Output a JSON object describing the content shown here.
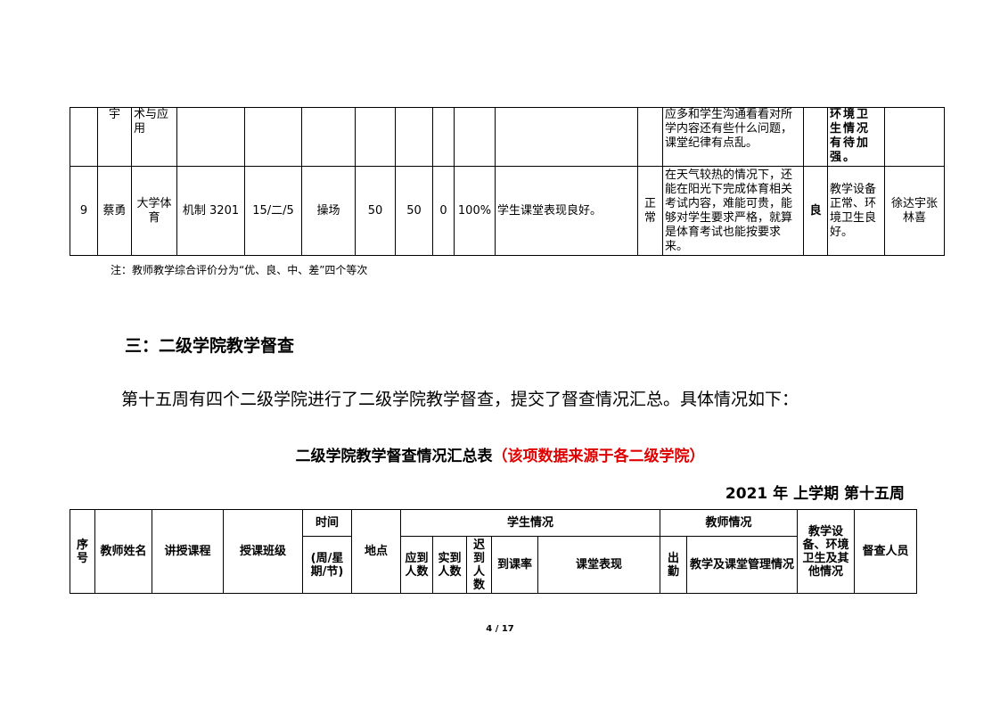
{
  "table1": {
    "row_a": {
      "name": "宇",
      "course": "术与应用",
      "remark": "应多和学生沟通看看对所学内容还有些什么问题，课堂纪律有点乱。",
      "env": "环境卫生情况有待加强。"
    },
    "row_b": {
      "no": "9",
      "name": "蔡勇",
      "course": "大学体育",
      "class": "机制 3201",
      "time": "15/二/5",
      "place": "操场",
      "expected": "50",
      "actual": "50",
      "late": "0",
      "rate": "100%",
      "performance": "学生课堂表现良好。",
      "attendance": "正常",
      "management": "在天气较热的情况下，还能在阳光下完成体育相关考试内容，难能可贵，能够对学生要求严格，就算是体育考试也能按要求来。",
      "rating": "良",
      "env": "教学设备正常、环境卫生良好。",
      "supervisors": "徐达宇张林喜"
    }
  },
  "note": "注：教师教学综合评价分为“优、良、中、差”四个等次",
  "section_title": "三：二级学院教学督查",
  "paragraph": "第十五周有四个二级学院进行了二级学院教学督查，提交了督查情况汇总。具体情况如下：",
  "table2_title": "二级学院教学督查情况汇总表",
  "table2_title_note": "（该项数据来源于各二级学院）",
  "term": "2021 年  上学期  第十五周",
  "table2_headers": {
    "no": "序号",
    "teacher": "教师姓名",
    "course": "讲授课程",
    "class": "授课班级",
    "time_top": "时间",
    "time_bottom": "(周/星期/节)",
    "place": "地点",
    "student": "学生情况",
    "expected": "应到人数",
    "actual": "实到人数",
    "late": "迟到人数",
    "rate": "到课率",
    "performance": "课堂表现",
    "teacher_info": "教师情况",
    "attendance": "出勤",
    "management": "教学及课堂管理情况",
    "env": "教学设备、环境卫生及其他情况",
    "supervisors": "督查人员"
  },
  "page_number": "4 / 17"
}
